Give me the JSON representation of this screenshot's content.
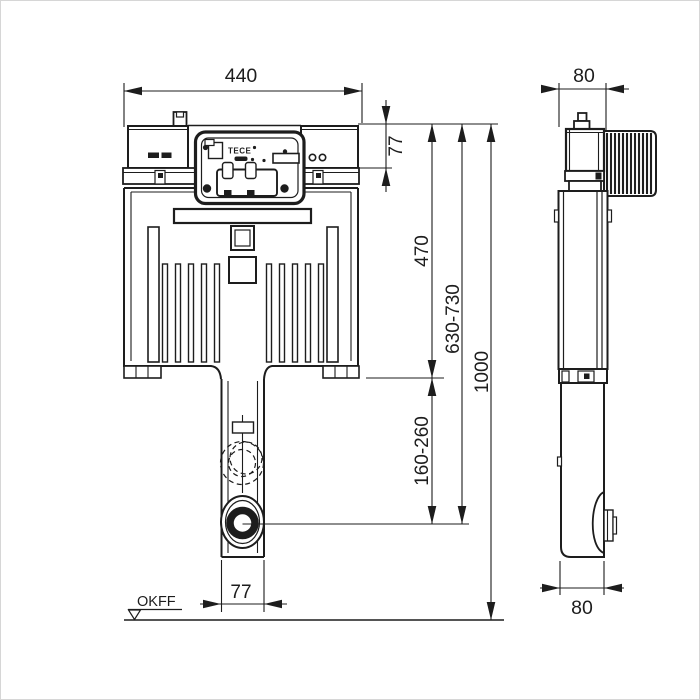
{
  "brand_label": "TECE",
  "floor_reference_label": "OKFF",
  "dimensions": {
    "front_overall_width": "440",
    "cover_height": "77",
    "bowl_height": "470",
    "panel_height_range": "630-730",
    "outlet_height_range": "160-260",
    "total_height": "1000",
    "outlet_pipe_width": "77",
    "side_depth_top": "80",
    "side_depth_bottom": "80"
  },
  "colors": {
    "line_color": "#1d1d1d",
    "background": "#ffffff",
    "frame_border": "#d6d6d6"
  }
}
